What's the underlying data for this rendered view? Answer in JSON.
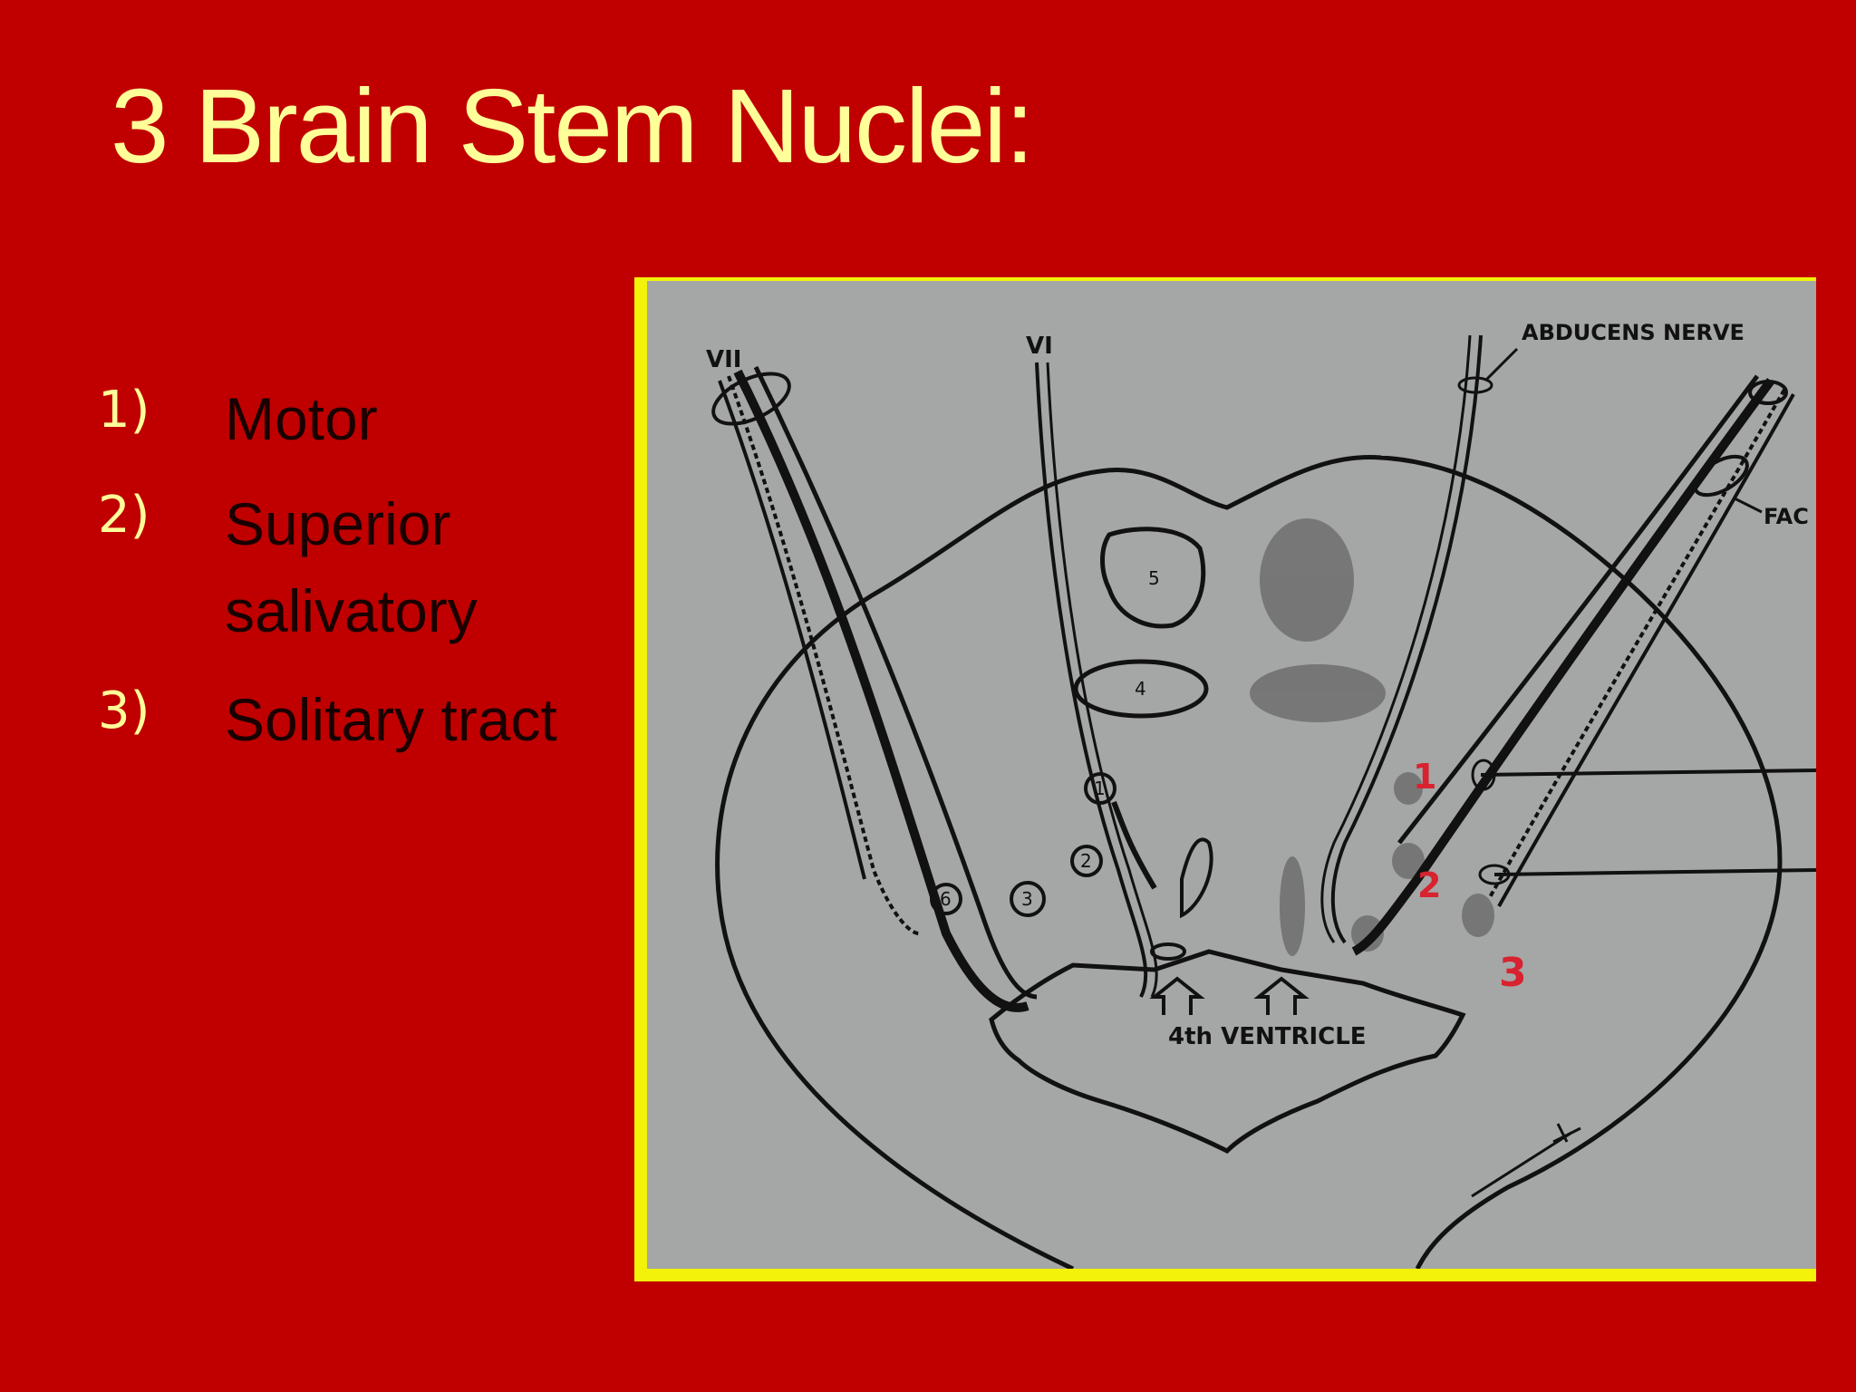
{
  "slide": {
    "title": "3 Brain Stem Nuclei:",
    "items": [
      {
        "num": "1)",
        "text": "Motor"
      },
      {
        "num": "2)",
        "text": "Superior salivatory",
        "line1": "Superior",
        "line2": "salivatory"
      },
      {
        "num": "3)",
        "text": "Solitary tract"
      }
    ]
  },
  "diagram": {
    "labels": {
      "nerve_vii": "VII",
      "nerve_vi": "VI",
      "abducens": "ABDUCENS NERVE",
      "facial_partial": "FAC",
      "ventricle": "4th VENTRICLE"
    },
    "circled_numbers": [
      "1",
      "2",
      "3",
      "4",
      "5",
      "6"
    ],
    "red_numbers": [
      "1",
      "2",
      "3"
    ],
    "colors": {
      "background": "#c00000",
      "title": "#ffff99",
      "frame": "#f2f20a",
      "diagram_bg": "#a5a6a6",
      "red_numbers": "#d8222f"
    }
  }
}
